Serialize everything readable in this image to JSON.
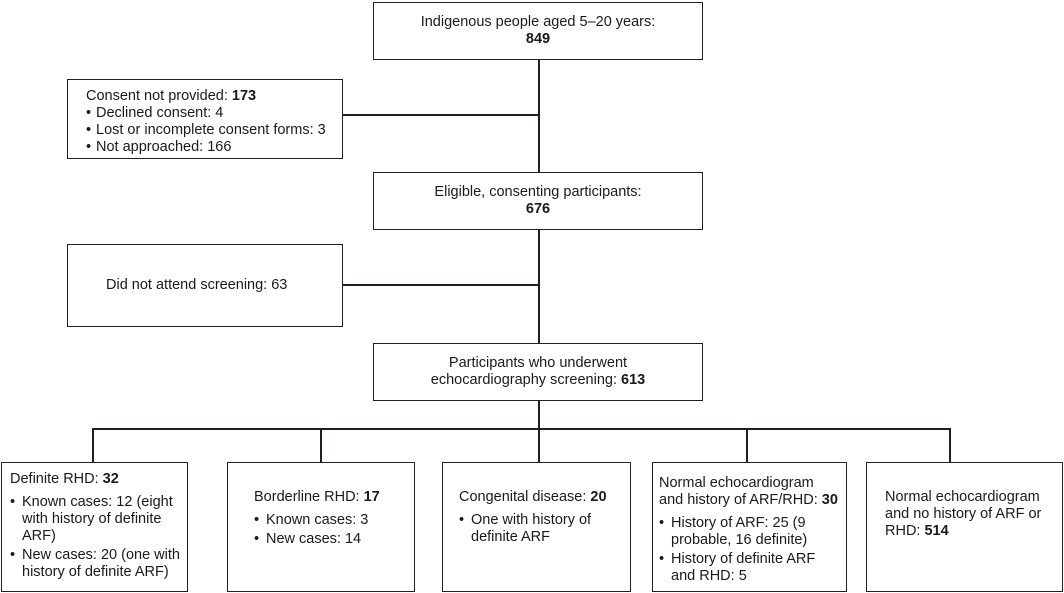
{
  "top": {
    "label": "Indigenous people aged 5–20 years:",
    "count": "849"
  },
  "excluded_consent": {
    "label": "Consent not provided:",
    "count": "173",
    "items": [
      "Declined consent: 4",
      "Lost or incomplete consent forms: 3",
      "Not approached: 166"
    ]
  },
  "eligible": {
    "label": "Eligible, consenting participants:",
    "count": "676"
  },
  "excluded_screening": {
    "label": "Did not attend screening: 63"
  },
  "screened": {
    "label": "Participants who underwent",
    "label2": "echocardiography screening:",
    "count": "613"
  },
  "outcomes": [
    {
      "label": "Definite RHD:",
      "count": "32",
      "items": [
        "Known cases: 12 (eight with history of definite ARF)",
        "New cases: 20 (one with history of definite ARF)"
      ]
    },
    {
      "label": "Borderline RHD:",
      "count": "17",
      "items": [
        "Known cases: 3",
        "New cases: 14"
      ]
    },
    {
      "label": "Congenital disease:",
      "count": "20",
      "items": [
        "One with history of definite ARF"
      ]
    },
    {
      "label": "Normal echocardiogram and history of ARF/RHD:",
      "count": "30",
      "items": [
        "History of ARF: 25 (9 probable, 16 definite)",
        "History of definite ARF and RHD: 5"
      ]
    },
    {
      "label": "Normal echocardiogram and no history of ARF or RHD:",
      "count": "514",
      "items": []
    }
  ]
}
